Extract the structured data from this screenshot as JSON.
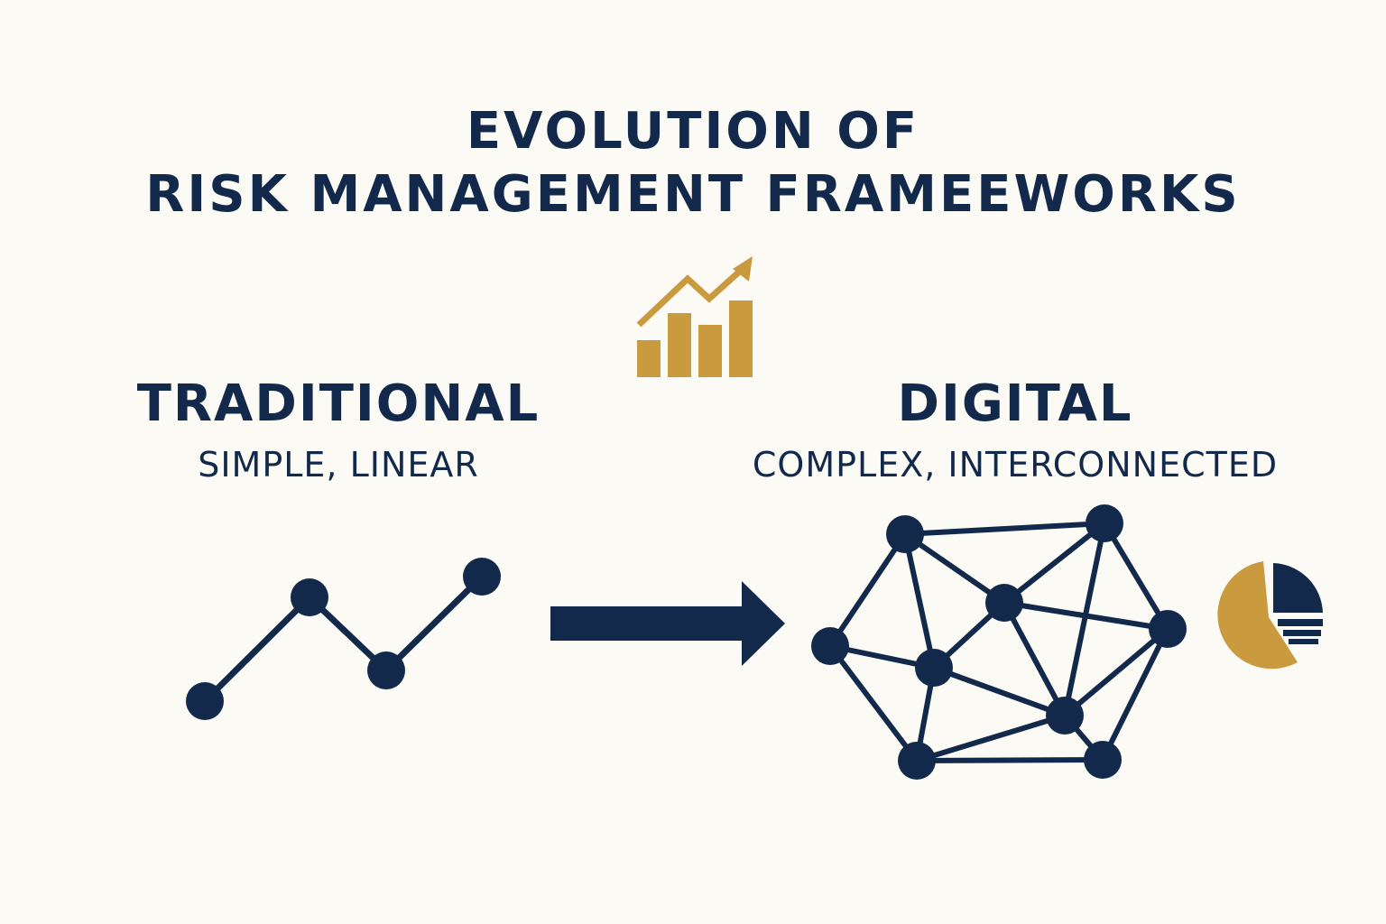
{
  "title": {
    "line1": "EVOLUTION OF",
    "line2": "RISK MANAGEMENT FRAMEEWORKS"
  },
  "traditional": {
    "heading": "TRADITIONAL",
    "subheading": "SIMPLE, LINEAR"
  },
  "digital": {
    "heading": "DIGITAL",
    "subheading": "COMPLEX, INTERCONNECTED"
  },
  "icons": {
    "growth": "growth-bar-chart-icon",
    "transition": "right-arrow-icon",
    "pie": "pie-chart-icon"
  },
  "colors": {
    "navy": "#13294b",
    "gold": "#c99a3e",
    "background": "#fcfaf5"
  }
}
